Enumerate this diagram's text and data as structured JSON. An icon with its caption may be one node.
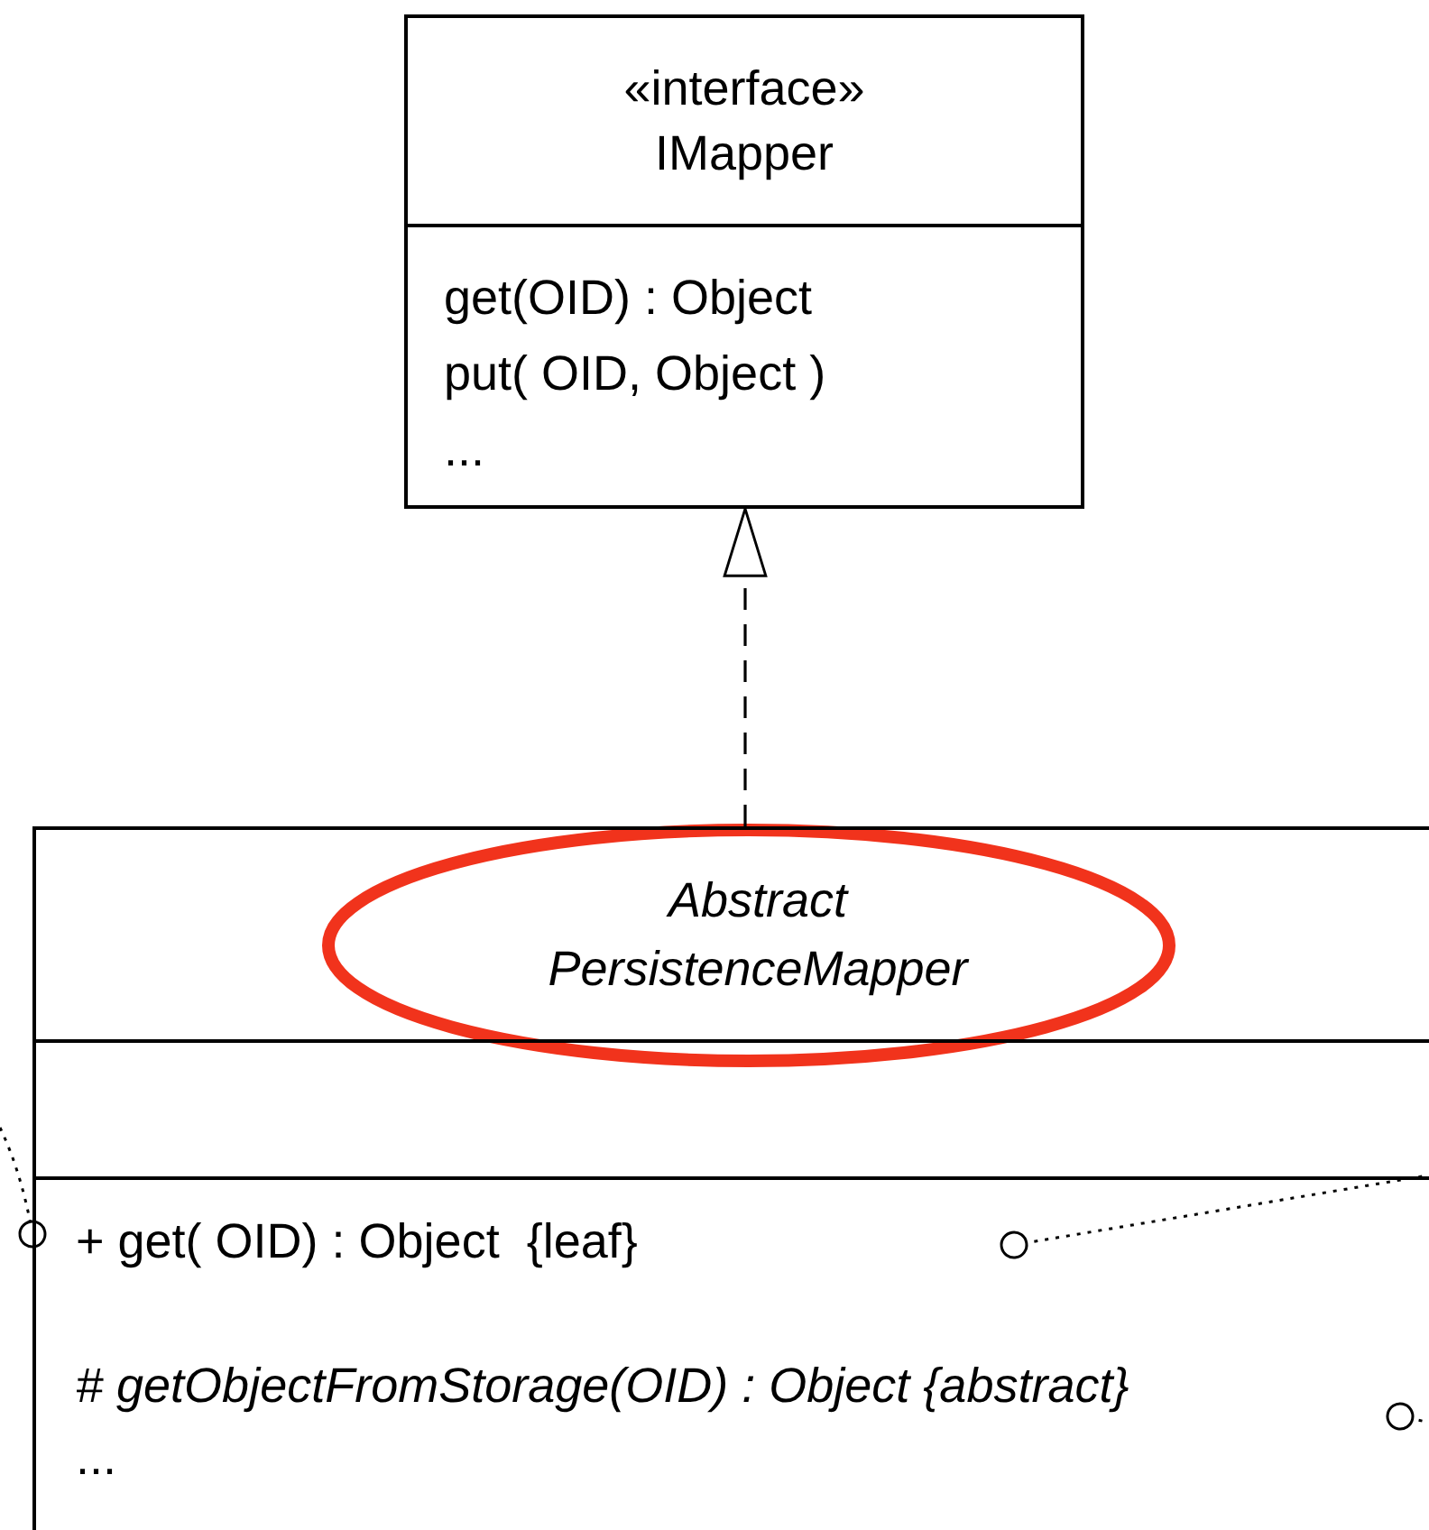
{
  "diagram": {
    "nodes": [
      {
        "text": [
          "«interface» IMapper",
          "get(OID) : Object",
          "put( OID, Object )",
          "..."
        ]
      },
      {
        "text": [
          "Abstract PersistenceMapper",
          "+ get( OID) : Object  {leaf}",
          "# getObjectFromStorage(OID) : Object {abstract}",
          "..."
        ]
      }
    ],
    "edges": [
      {
        "from": 1,
        "to": 0,
        "arrow": "to",
        "style": "dashed"
      },
      {
        "from": null,
        "to": 1,
        "arrow": "other",
        "style": "dashed"
      },
      {
        "from": null,
        "to": 1,
        "arrow": "other",
        "style": "dashed"
      },
      {
        "from": null,
        "to": 1,
        "arrow": "other",
        "style": "dashed"
      }
    ]
  }
}
